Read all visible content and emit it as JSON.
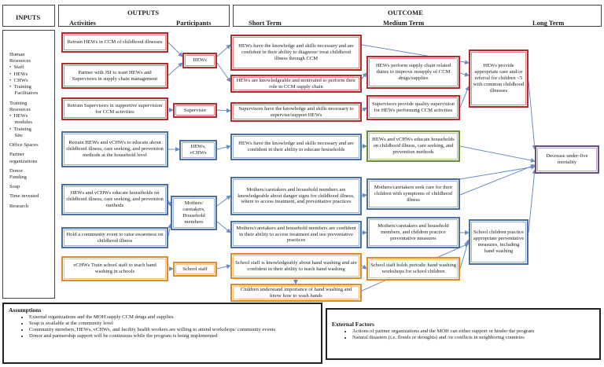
{
  "headers": {
    "inputs": "INPUTS",
    "outputs": "OUTPUTS",
    "activities": "Activities",
    "participants": "Participants",
    "outcome": "OUTCOME",
    "short_term": "Short Term",
    "medium_term": "Medium Term",
    "long_term": "Long Term"
  },
  "inputs": [
    "Human",
    "Resources",
    "•  Staff",
    "•  HEWs",
    "•  CHWs",
    "•  Training",
    "    Facilitators",
    "",
    "Training",
    "Resources",
    "•  HEWs",
    "    modules",
    "•  Training",
    "    Site",
    "",
    "Office Spaces",
    "",
    "Partner",
    "organizations",
    "",
    "Donor",
    "Funding",
    "",
    "Soap",
    "",
    "Time invested",
    "",
    "Research"
  ],
  "activities": {
    "a1": "Retrain HEWs in CCM of childhood illnesses",
    "a2": "Partner with JSI to train HEWs and Supervisors in supply chain management",
    "a3": "Retrain Supervisors in supportive supervision for CCM activities",
    "a4": "Retrain HEWs and vCHWs to educate about childhood illness, care seeking, and prevention methods at the household level",
    "a5": "HEWs and vCHWs educate households on childhood illness, care seeking, and prevention methods",
    "a6": "Hold a community event to raise awareness on childhood illness",
    "a7": "vCHWs Train school staff to teach hand washing in schools"
  },
  "participants": {
    "p1": "HEWs",
    "p2": "Supervisor",
    "p3": "HEWs, vCHWs",
    "p4": "Mothers/ caretakers, Household members",
    "p5": "School staff"
  },
  "short_term": {
    "s1": "HEWs have the knowledge and skills necessary and are confident in their ability to diagnose/ treat childhood illness through CCM",
    "s2": "HEWs are knowledgeable and motivated to perform their role in CCM supply chain",
    "s3": "Supervisors have the knowledge and skills necessary to supervise/support HEWs",
    "s4": "HEWs have the knowledge and skills necessary and are confident in their ability to educate households",
    "s5": "Mothers/caretakers and household members are knowledgeable about danger signs for childhood illness, where to access treatment, and preventative practices",
    "s6": "Mothers/caretakers and household members are confident in their ability to access treatment and use preventative practices",
    "s7": "School staff is knowledgeably about hand washing and are confident in their ability to teach hand washing",
    "s8": "Children understand importance of hand washing and know how to wash hands"
  },
  "medium_term": {
    "m1": "HEWs perform supply chain related duties to improve resupply of CCM drugs/supplies",
    "m2": "Supervisors provide quality supervision for HEWs performing CCM activities",
    "m3": "HEWs and vCHWs educate households on childhood illness, care seeking, and prevention methods",
    "m4": "Mothers/caretakers seek care for their children with symptoms of childhood illness",
    "m5": "Mothers/caretakers and household members, and children practice preventative measures",
    "m6": "School staff holds periodic hand washing workshops for school children"
  },
  "long_term": {
    "l1": "HEWs provide appropriate care and/or referral for children <5 with common childhood illnesses",
    "l2": "School children practice appropriate preventative measures, including hand washing",
    "l3": "Decrease under-five mortality"
  },
  "assumptions": {
    "title": "Assumptions",
    "items": [
      "External organizations and the MOH supply CCM drugs and supplies",
      "Soap is available at the community level",
      "Community members, HEWs, vCHWs, and facility health workers are willing to attend workshops/ community events",
      "Donor and partnership support will be continuous while the program is being implemented"
    ]
  },
  "external_factors": {
    "title": "External Factors",
    "items": [
      "Actions of partner organizations and the MOH can either support or hinder the program",
      "Natural disasters (i.e. floods or droughts) and /or conflicts in neighboring countries"
    ]
  },
  "colors": {
    "red": "#b52a2a",
    "blue": "#4a6fa5",
    "green": "#6a8f32",
    "orange": "#e08a2a",
    "purple": "#6b4c8a",
    "arrow": "#6b8cc4"
  }
}
